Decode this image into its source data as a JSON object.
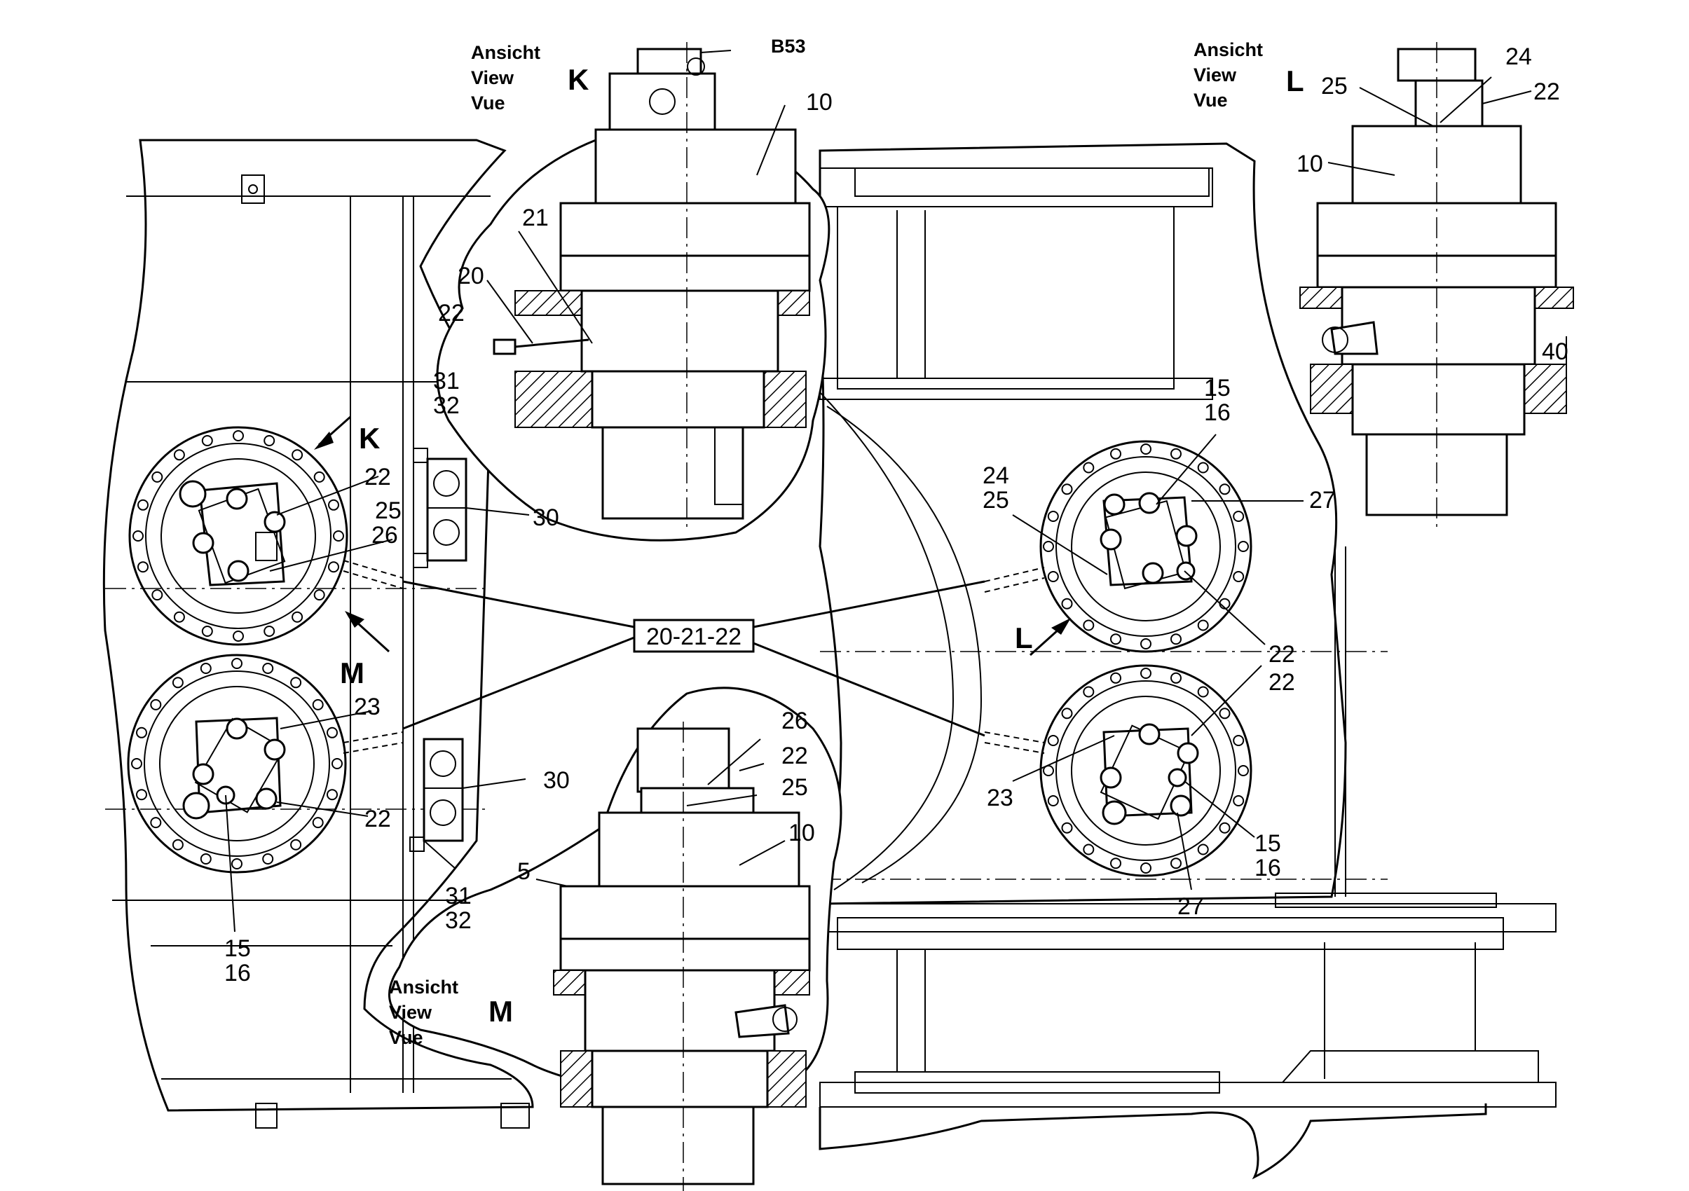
{
  "views": {
    "k": {
      "line1": "Ansicht",
      "line2": "View",
      "line3": "Vue",
      "letter": "K"
    },
    "l": {
      "line1": "Ansicht",
      "line2": "View",
      "line3": "Vue",
      "letter": "L"
    },
    "m": {
      "line1": "Ansicht",
      "line2": "View",
      "line3": "Vue",
      "letter": "M"
    }
  },
  "arrows": {
    "k": "K",
    "m": "M",
    "l": "L"
  },
  "group_label": "20-21-22",
  "callouts": {
    "b53": "B53",
    "k_10": "10",
    "k_21": "21",
    "k_20": "20",
    "k_22": "22",
    "l_24": "24",
    "l_25": "25",
    "l_22": "22",
    "l_10": "10",
    "l_40": "40",
    "left_31a": "31",
    "left_32a": "32",
    "left_22a": "22",
    "left_25": "25",
    "left_26": "26",
    "left_30a": "30",
    "left_23": "23",
    "left_30b": "30",
    "left_22b": "22",
    "left_15": "15",
    "left_16": "16",
    "left_31b": "31",
    "left_32b": "32",
    "right_15a": "15",
    "right_16a": "16",
    "right_24": "24",
    "right_25": "25",
    "right_27a": "27",
    "right_22a": "22",
    "right_22b": "22",
    "right_23": "23",
    "right_15b": "15",
    "right_16b": "16",
    "right_27b": "27",
    "m_26": "26",
    "m_22": "22",
    "m_25": "25",
    "m_10": "10",
    "m_5": "5"
  }
}
